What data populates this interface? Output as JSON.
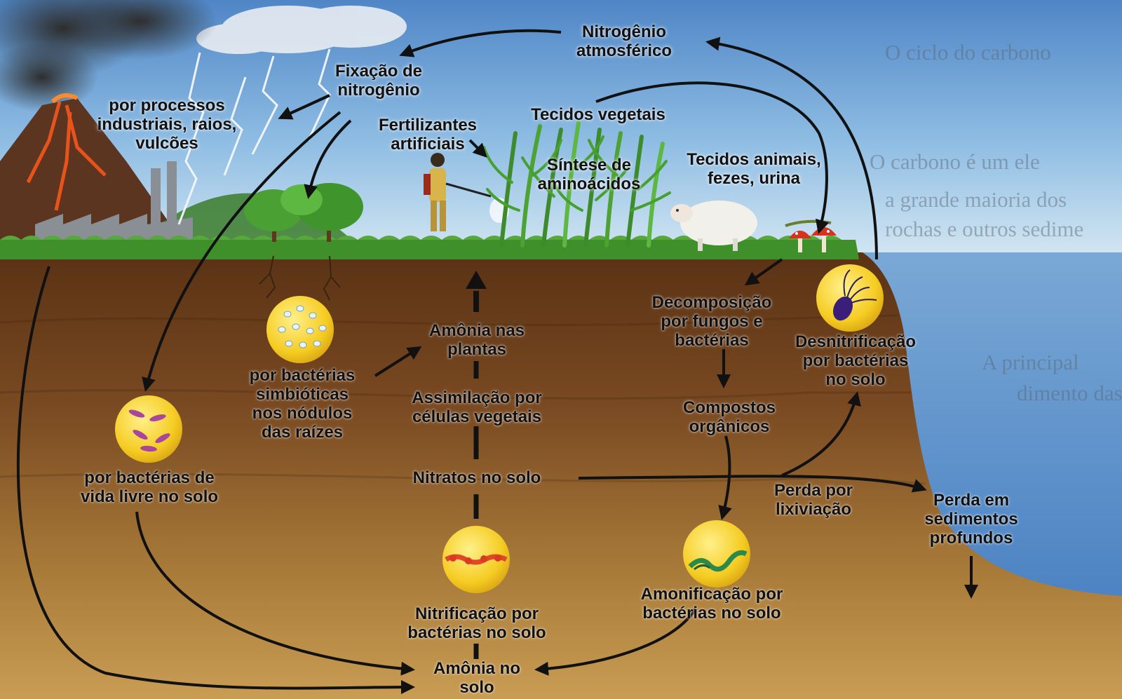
{
  "diagram": {
    "labels": {
      "atmospheric_nitrogen": "Nitrogênio\natmosférico",
      "nitrogen_fixation": "Fixação de\nnitrogênio",
      "industrial_processes": "por processos\nindustriais, raios,\nvulcões",
      "fertilizers": "Fertilizantes\nartificiais",
      "plant_tissues": "Tecidos vegetais",
      "amino_acid_synthesis": "Síntese de\naminoácidos",
      "animal_tissues": "Tecidos animais,\nfezes, urina",
      "decomposition": "Decomposição\npor fungos e\nbactérias",
      "denitrification": "Desnitrificação\npor bactérias\nno solo",
      "ammonia_in_plants": "Amônia nas\nplantas",
      "symbiotic_bacteria": "por bactérias\nsimbióticas\nnos nódulos\ndas raízes",
      "assimilation": "Assimilação por\ncélulas vegetais",
      "organic_compounds": "Compostos\norgânicos",
      "free_living_bacteria": "por bactérias de\nvida livre no solo",
      "soil_nitrates": "Nitratos no solo",
      "leaching_loss": "Perda por\nlixiviação",
      "deep_sediment_loss": "Perda em\nsedimentos\nprofundos",
      "ammonification": "Amonificação por\nbactérias no solo",
      "nitrification": "Nitrificação por\nbactérias no solo",
      "soil_ammonia": "Amônia no\nsolo"
    },
    "background_text": {
      "line_1": "O ciclo do carbono",
      "line_2": "O carbono é um ele",
      "line_3": "a grande maioria dos",
      "line_4": "rochas e outros sedime",
      "line_5": "A principal",
      "line_6": "dimento das"
    },
    "colors": {
      "sky_top": "#4f86c6",
      "sky_bottom": "#cfe3f2",
      "soil_top": "#5e3416",
      "soil_bottom": "#c79a52",
      "sea": "#4a84c4",
      "grass": "#3f8f2a",
      "circle_fill": "#f7d12a",
      "arrow": "#111111"
    },
    "icons": [
      "volcano-icon",
      "factory-icon",
      "lightning-icon",
      "tree-icon",
      "farmer-icon",
      "corn-field-icon",
      "sheep-icon",
      "mushroom-icon",
      "bacteria-icon"
    ]
  }
}
